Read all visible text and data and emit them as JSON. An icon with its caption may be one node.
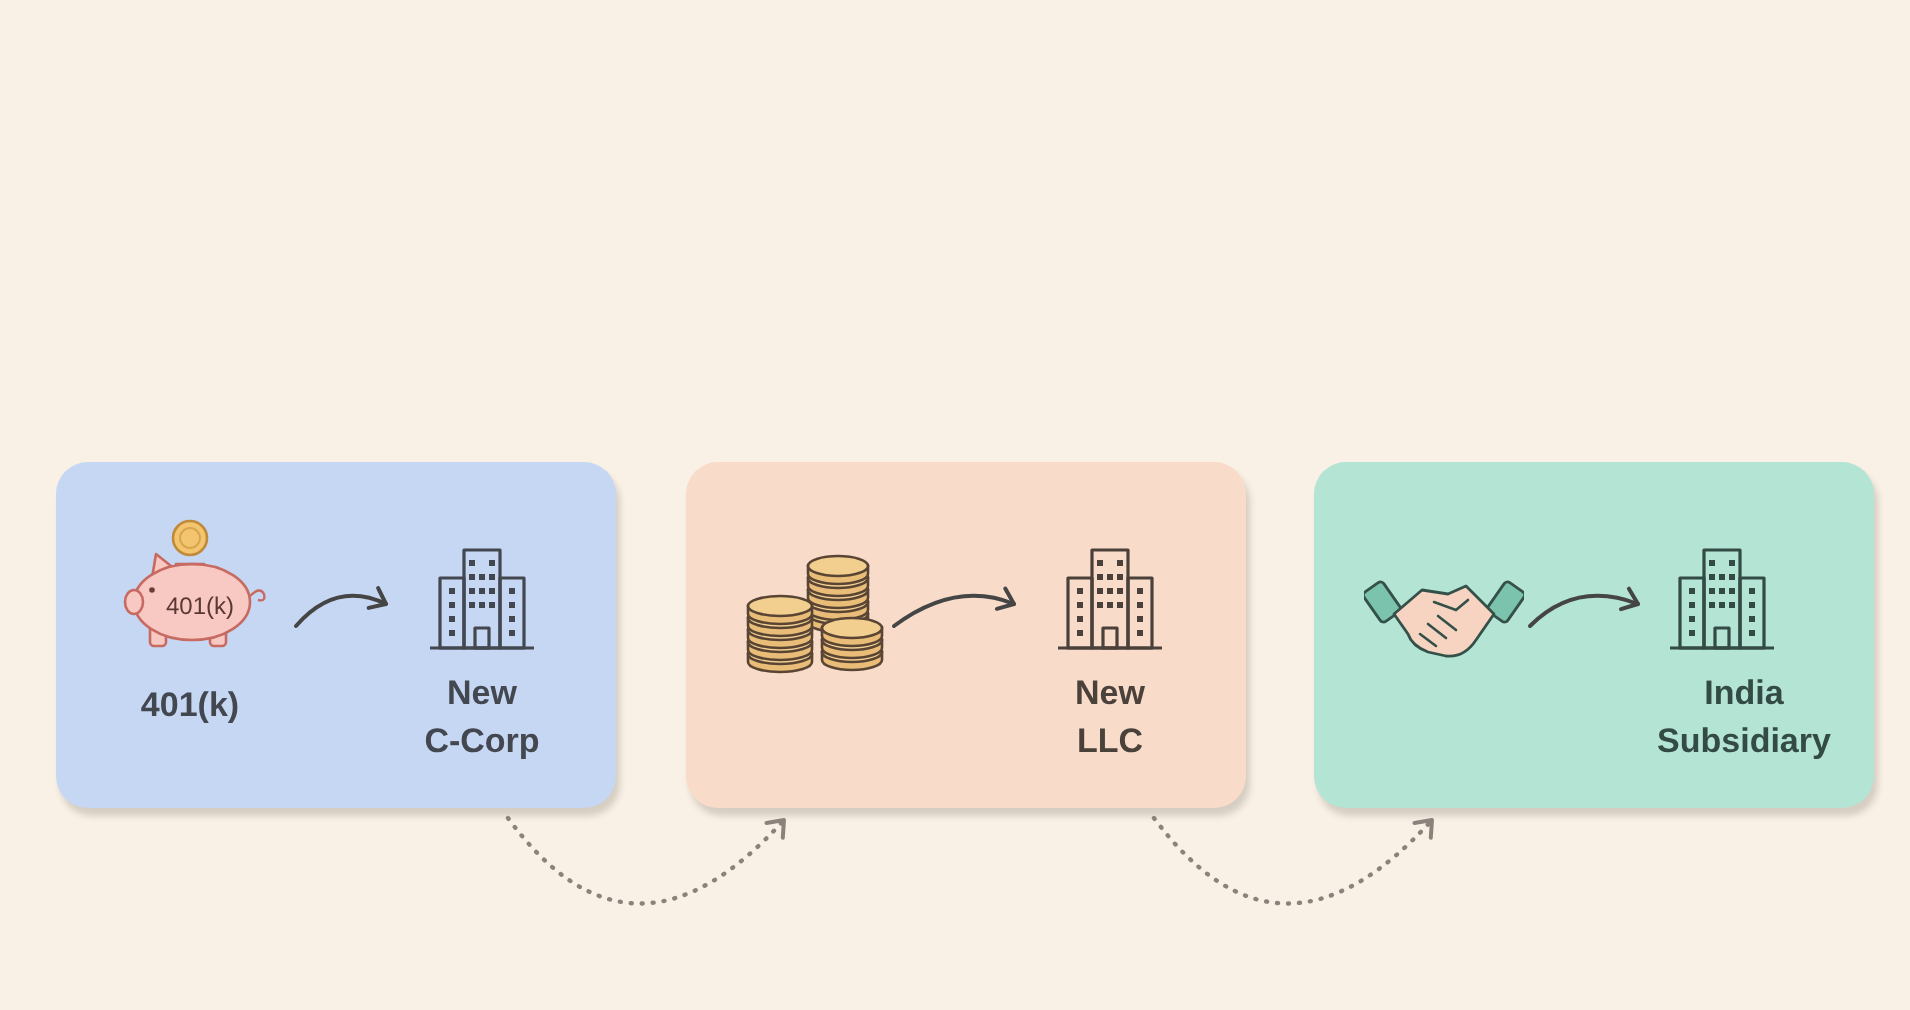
{
  "diagram": {
    "nodes": [
      {
        "text": [],
        "shape": "box"
      },
      {
        "text": [
          "401(k)",
          "401(k)"
        ],
        "in": 0
      },
      {
        "text": [
          "New C-Corp"
        ],
        "in": 0
      },
      {
        "text": [],
        "shape": "box"
      },
      {
        "text": [],
        "shape": "picture",
        "in": 3
      },
      {
        "text": [
          "New LLC"
        ],
        "in": 3
      },
      {
        "text": [],
        "shape": "box"
      },
      {
        "text": [],
        "shape": "picture",
        "in": 6
      },
      {
        "text": [
          "India Subsidiary"
        ],
        "in": 6
      }
    ],
    "edges": [
      {
        "from": 1,
        "to": 2,
        "arrow": "to"
      },
      {
        "from": 4,
        "to": 5,
        "arrow": "to"
      },
      {
        "from": 7,
        "to": 8,
        "arrow": "to"
      },
      {
        "from": 0,
        "to": 3,
        "arrow": "to",
        "style": "dashed",
        "color": "#8b827b"
      },
      {
        "from": 3,
        "to": 6,
        "arrow": "to",
        "style": "dashed",
        "color": "#8b827b"
      }
    ]
  }
}
